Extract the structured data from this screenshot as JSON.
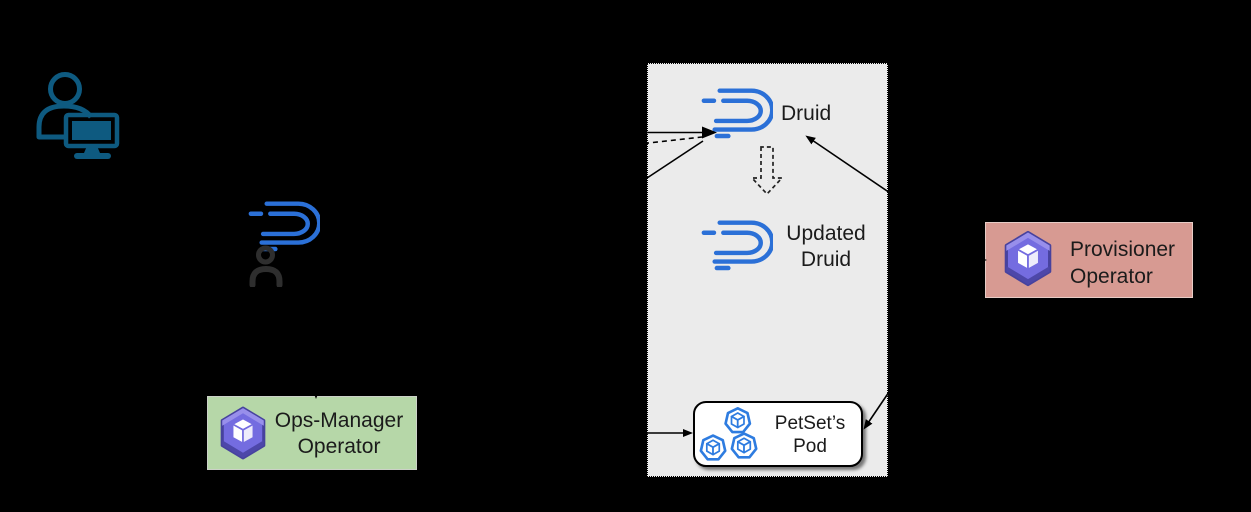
{
  "diagram": {
    "background": "#000000",
    "user": {
      "icon": "user-at-computer"
    },
    "druid_resource": {
      "icon": "druid-logo-with-person"
    },
    "cluster": {
      "bg": "#ebebeb",
      "border_style": "dotted",
      "druid": {
        "label": "Druid"
      },
      "updated_druid": {
        "lines": [
          "Updated",
          "Druid"
        ]
      },
      "petset_pod": {
        "lines": [
          "PetSet’s",
          "Pod"
        ],
        "bg": "#ffffff"
      }
    },
    "operators": {
      "ops_manager": {
        "lines": [
          "Ops-Manager",
          "Operator"
        ],
        "bg": "#b6d7a8"
      },
      "provisioner": {
        "lines": [
          "Provisioner",
          "Operator"
        ],
        "bg": "#d79a92"
      }
    },
    "colors": {
      "druid_blue": "#2b70d7",
      "pod_blue": "#2e7ce0",
      "operator_purple": "#746ce0",
      "user_teal": "#0e5a80",
      "person_gray": "#2e2e2e",
      "arrow": "#000000"
    }
  }
}
